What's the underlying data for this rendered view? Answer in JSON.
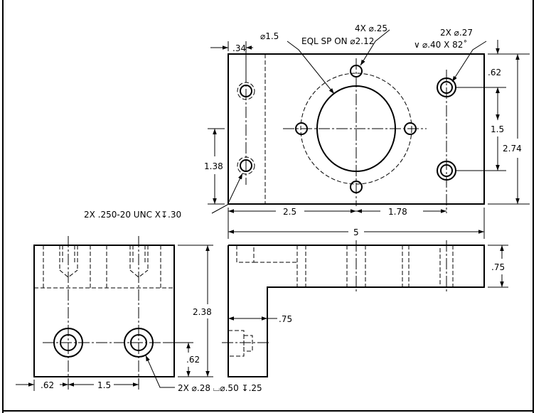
{
  "top_view": {
    "dim_edge_to_hole": ".34",
    "dim_bore": "⌀1.5",
    "dim_bolt_circle": "EQL SP ON ⌀2.12",
    "dim_4x_holes": "4X ⌀.25",
    "dim_2x_holes": "2X ⌀.27",
    "dim_csk": "⌀.40 X 82˚",
    "dim_csk_symbol": "∨",
    "dim_top_offset": ".62",
    "dim_hole_spacing": "1.5",
    "dim_height": "2.74",
    "dim_left_offset": "1.38",
    "dim_tapped_holes": "2X .250-20 UNC X↧.30",
    "dim_center_x": "2.5",
    "dim_right_x": "1.78",
    "dim_width": "5"
  },
  "front_left_view": {
    "dim_height": "2.38",
    "dim_hole_height": ".62",
    "dim_edge_x": ".62",
    "dim_hole_spacing": "1.5",
    "dim_cbore": "2X ⌀.28 ⌴⌀.50 ↧.25"
  },
  "front_right_view": {
    "dim_flange": ".75",
    "dim_leg": ".75"
  }
}
